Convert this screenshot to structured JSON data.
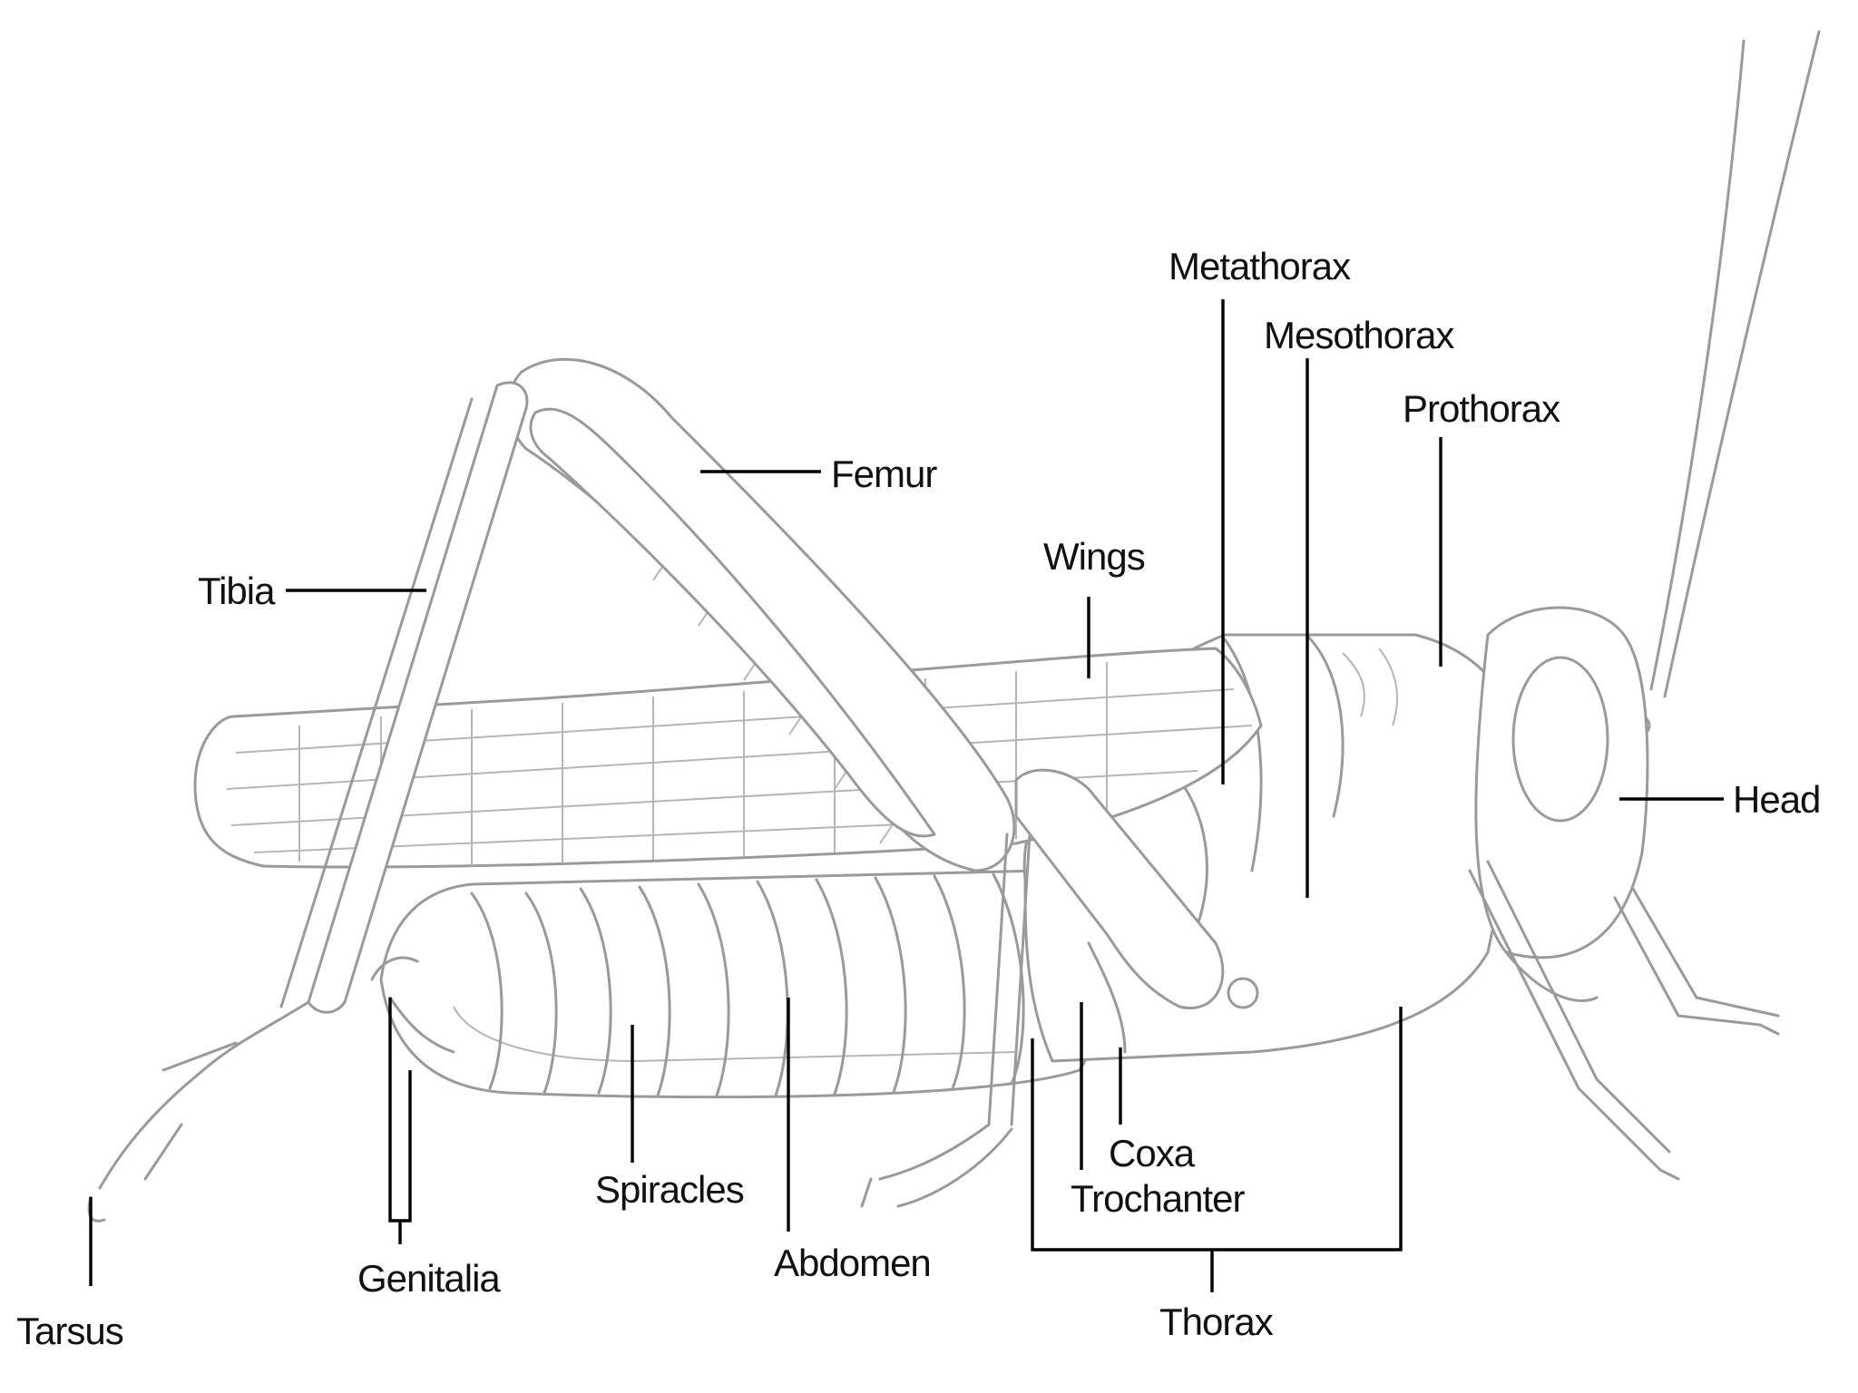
{
  "labels": {
    "metathorax": "Metathorax",
    "mesothorax": "Mesothorax",
    "prothorax": "Prothorax",
    "femur": "Femur",
    "wings": "Wings",
    "tibia": "Tibia",
    "head": "Head",
    "coxa": "Coxa",
    "trochanter": "Trochanter",
    "spiracles": "Spiracles",
    "abdomen": "Abdomen",
    "genitalia": "Genitalia",
    "tarsus": "Tarsus",
    "thorax": "Thorax"
  }
}
